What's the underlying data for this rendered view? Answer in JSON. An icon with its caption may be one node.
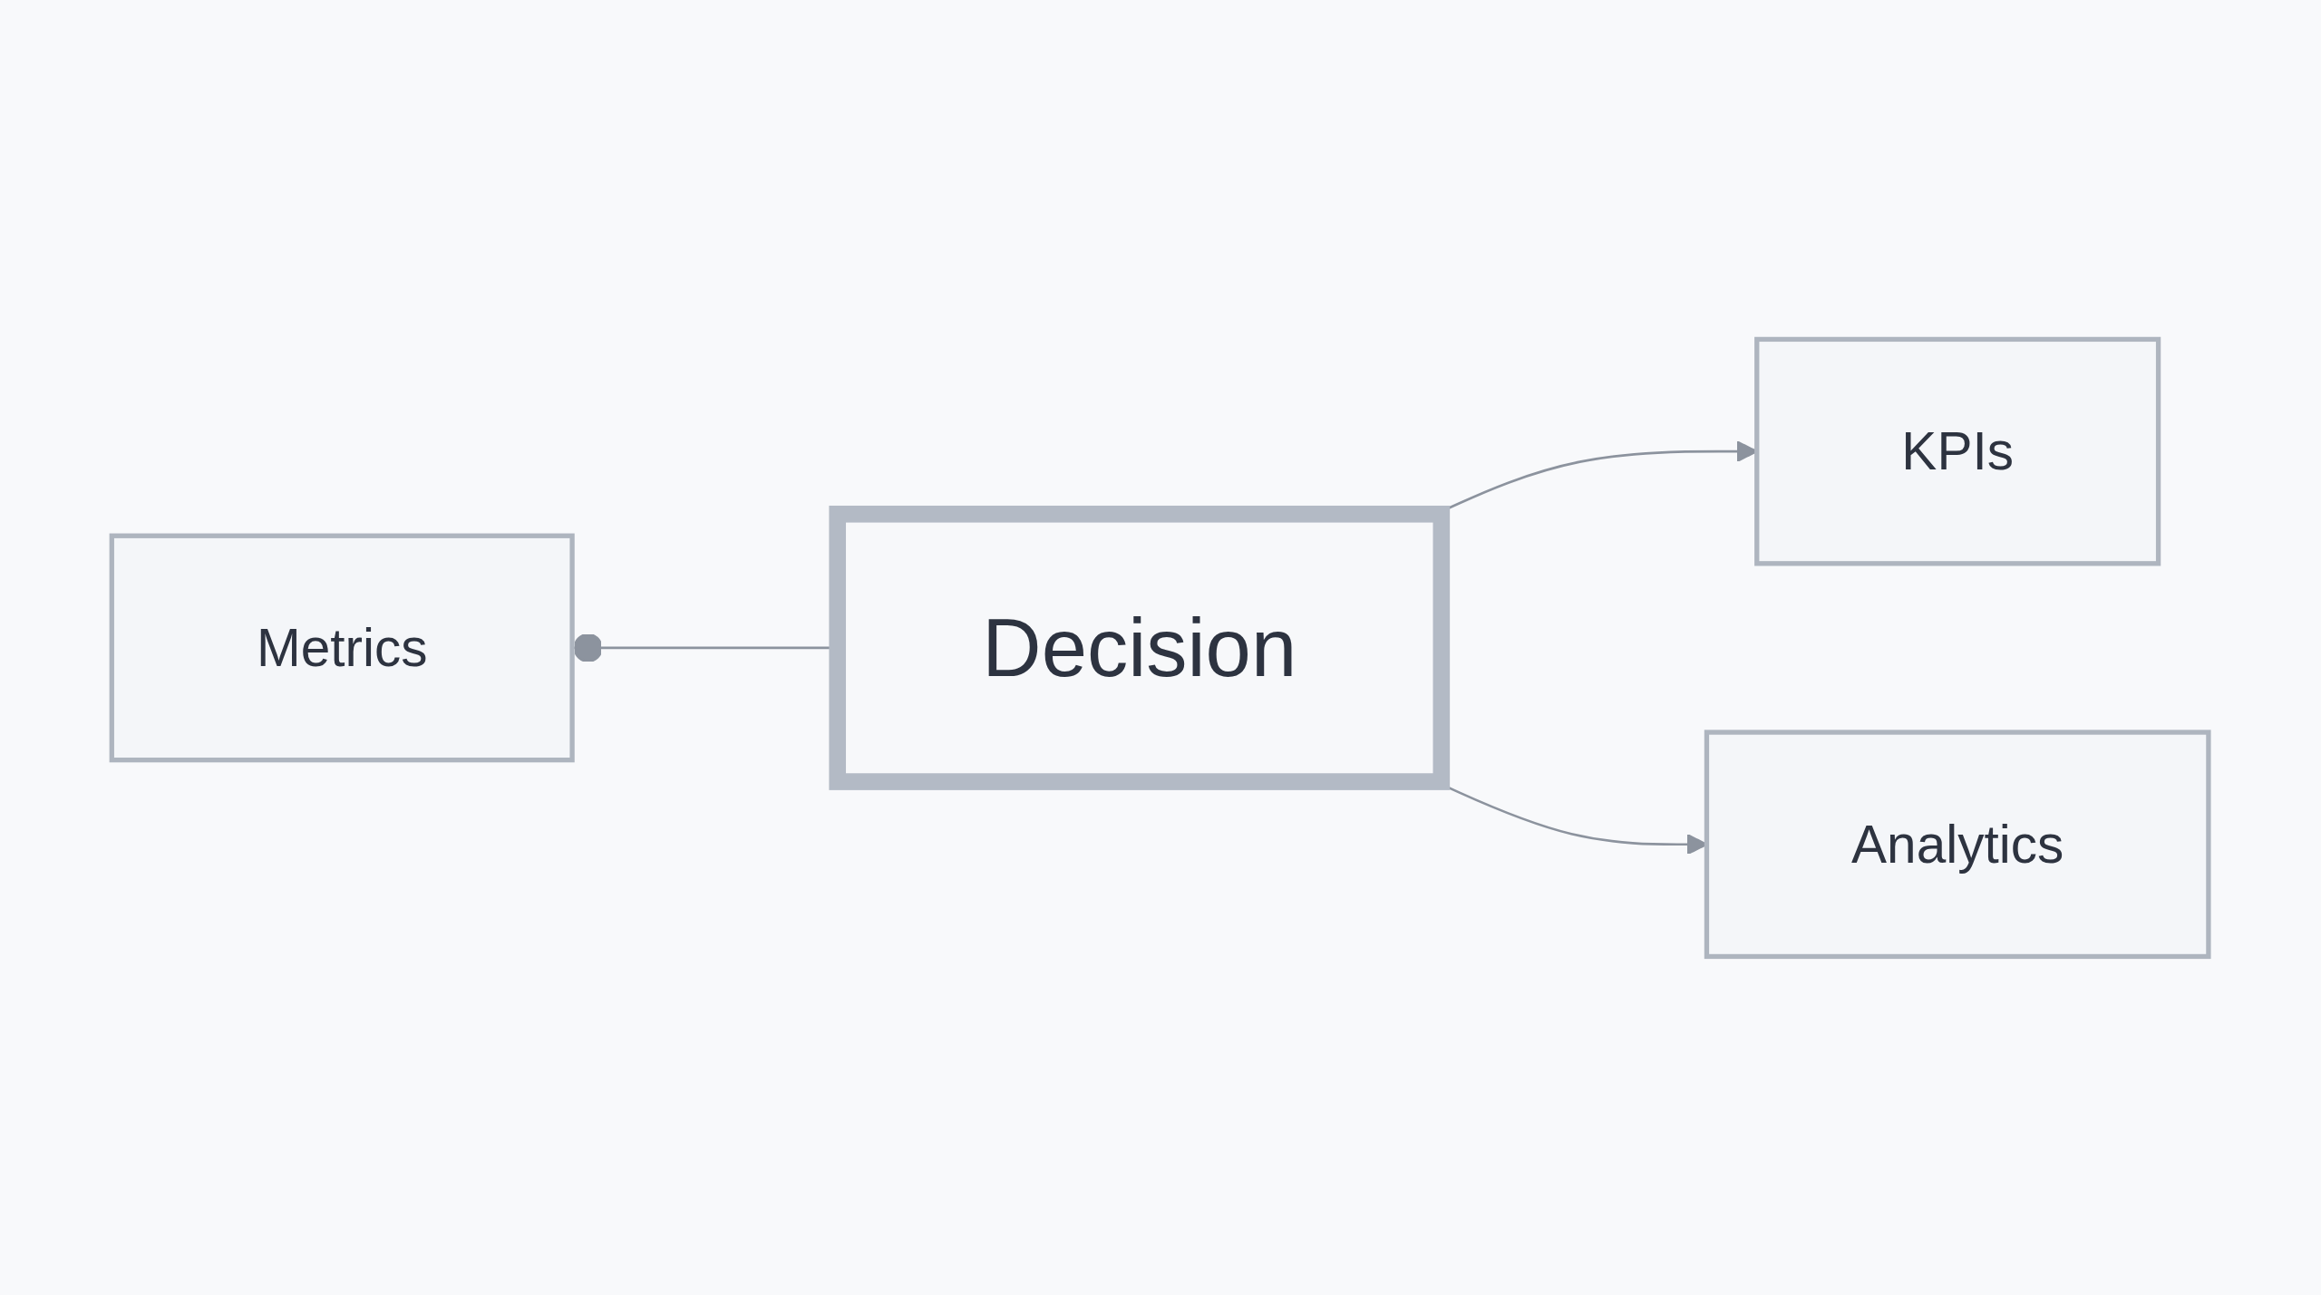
{
  "diagram": {
    "nodes": [
      {
        "text": [
          "Metrics"
        ]
      },
      {
        "text": [
          "Decision"
        ]
      },
      {
        "text": [
          "KPIs"
        ]
      },
      {
        "text": [
          "Analytics"
        ]
      }
    ],
    "edges": [
      {
        "from": 0,
        "to": 1,
        "arrow": "other"
      },
      {
        "from": 1,
        "to": 2,
        "arrow": "to"
      },
      {
        "from": 1,
        "to": 3,
        "arrow": "to"
      }
    ]
  }
}
